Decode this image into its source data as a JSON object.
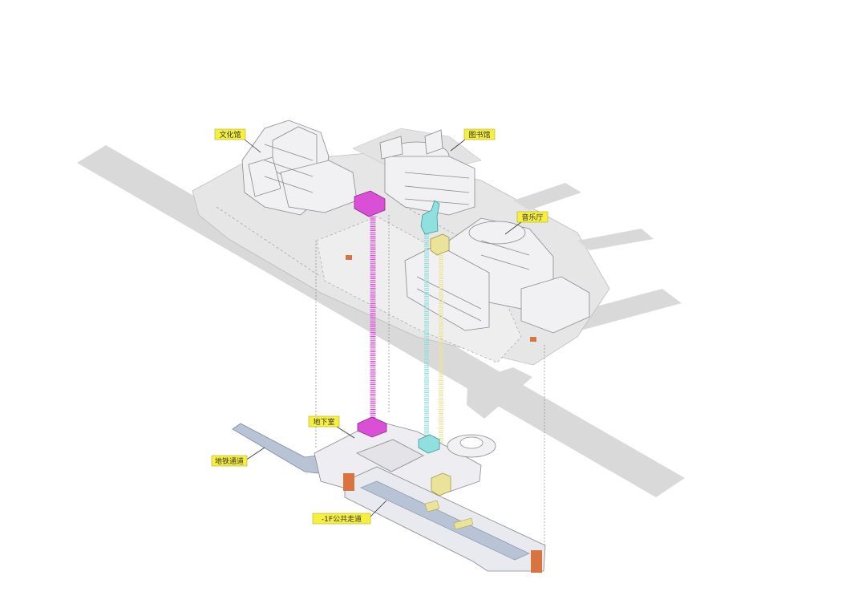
{
  "labels": {
    "culture": "文化馆",
    "library": "图书馆",
    "concert": "音乐厅",
    "basement": "地下室",
    "metro": "地铁通道",
    "corridor": "-1F公共走道"
  },
  "colors": {
    "background": "#ffffff",
    "road": "#d9d9d9",
    "ground": "#e6e6e6",
    "building_fill": "#f1f1f3",
    "building_stroke": "#8a8a8a",
    "label_fill": "#f5ef3f",
    "magenta": "#d94fd6",
    "cyan": "#8fe0de",
    "yellow": "#ece39a",
    "orange": "#d9733f",
    "metro": "#b9c3d6"
  }
}
